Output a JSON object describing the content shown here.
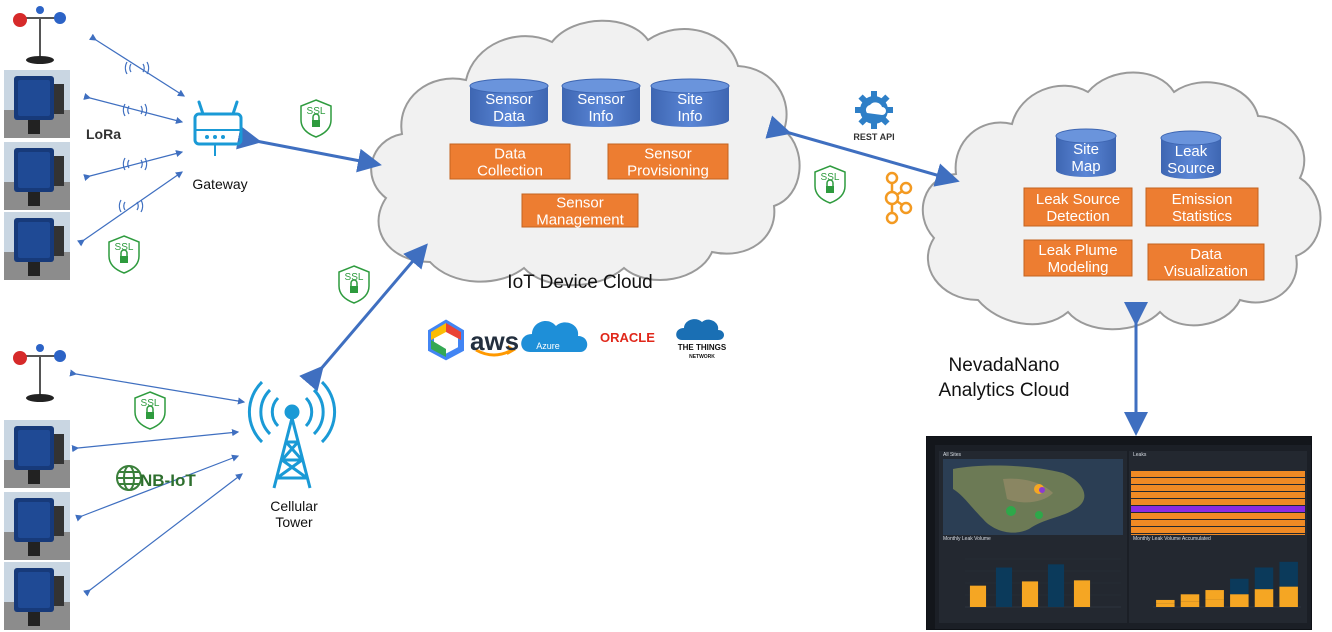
{
  "iot_cloud": {
    "label": "IoT Device Cloud",
    "databases": [
      "Sensor\nData",
      "Sensor\nInfo",
      "Site\nInfo"
    ],
    "boxes": [
      "Data\nCollection",
      "Sensor\nProvisioning",
      "Sensor\nManagement"
    ]
  },
  "analytics_cloud": {
    "label": "NevadaNano\nAnalytics Cloud",
    "databases": [
      "Site\nMap",
      "Leak\nSource"
    ],
    "boxes": [
      "Leak Source\nDetection",
      "Emission\nStatistics",
      "Leak Plume\nModeling",
      "Data\nVisualization"
    ]
  },
  "gateway_label": "Gateway",
  "tower_label": "Cellular\nTower",
  "lora_label": "LoRa",
  "nbiot_label": "NB-IoT",
  "ssl_label": "SSL",
  "rest_api_label": "REST API",
  "providers": {
    "aws": "aws",
    "azure": "Azure",
    "oracle": "ORACLE",
    "things": "THE THINGS\nNETWORK"
  },
  "dashboard": {
    "map_panel_title": "All Sites",
    "leaks_panel_title": "Leaks",
    "chart1_title": "Monthly Leak Volume",
    "chart2_title": "Monthly Leak Volume Accumulated",
    "chart1_values": [
      20,
      37,
      24,
      40,
      25,
      0
    ],
    "chart2_values": [
      5,
      9,
      12,
      20,
      28,
      32
    ]
  },
  "colors": {
    "db_blue": "#4472c4",
    "box_orange": "#ed7d31",
    "arrow_blue": "#3f6fc0",
    "ssl_green": "#2e9b3e",
    "tower_blue": "#1a9ad6"
  }
}
